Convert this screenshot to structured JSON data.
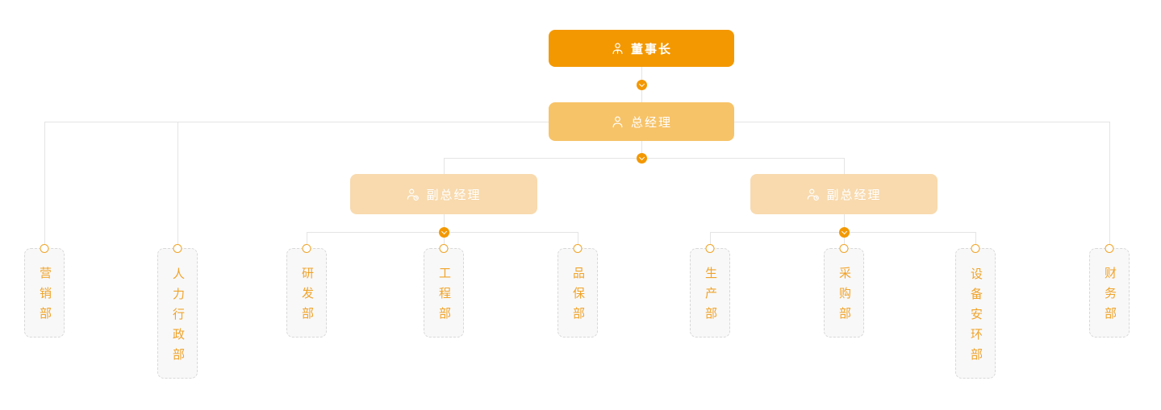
{
  "nodes": {
    "chairman": {
      "label": "董事长",
      "icon": "user-tie-icon",
      "bg_color": "#f39800"
    },
    "general_manager": {
      "label": "总经理",
      "icon": "user-icon",
      "bg_color": "#f7c368",
      "direct_departments": [
        "营销部",
        "人力行政部",
        "财务部"
      ]
    },
    "deputy_managers": [
      {
        "label": "副总经理",
        "icon": "user-badge-icon",
        "bg_color": "#f8daae",
        "departments": [
          "研发部",
          "工程部",
          "品保部"
        ]
      },
      {
        "label": "副总经理",
        "icon": "user-badge-icon",
        "bg_color": "#f8daae",
        "departments": [
          "生产部",
          "采购部",
          "设备安环部"
        ]
      }
    ]
  },
  "colors": {
    "chairman_bg": "#f39800",
    "general_manager_bg": "#f7c368",
    "deputy_bg": "#f8daae",
    "node_text": "#ffffff",
    "department_bg": "#f8f8f8",
    "department_border": "#d8d8d8",
    "department_text": "#f0a32a",
    "connector_line": "#e4e4e4",
    "toggle_bg": "#f39800",
    "anchor_border": "#f0a325"
  },
  "icons": {
    "toggle": "chevron-down-icon",
    "anchor": "connector-dot"
  }
}
